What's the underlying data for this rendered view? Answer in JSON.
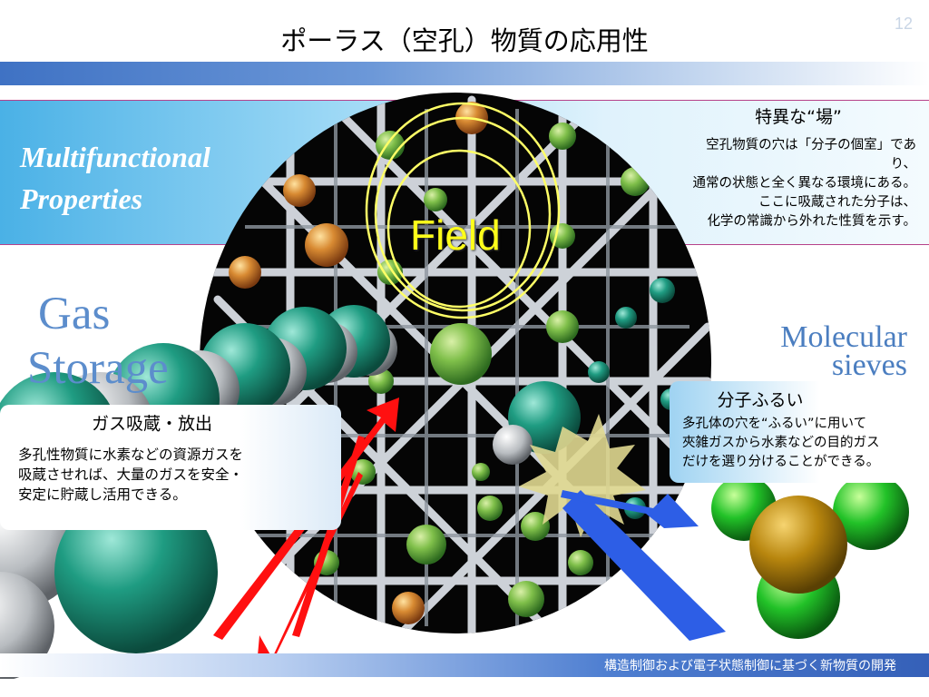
{
  "slide": {
    "title": "ポーラス（空孔）物質の応用性",
    "page_number": "12",
    "footer": "構造制御および電子状態制御に基づく新物質の開発"
  },
  "banner": {
    "heading_line1": "Multifunctional",
    "heading_line2": "Properties",
    "field_label": "Field",
    "title": "特異な“場”",
    "text_lines": [
      "空孔物質の穴は「分子の個室」であ",
      "り、",
      "通常の状態と全く異なる環境にある。",
      "ここに吸蔵された分子は、",
      "化学の常識から外れた性質を示す。"
    ]
  },
  "gas_storage": {
    "heading_line1": "Gas",
    "heading_line2": "Storage",
    "title": "ガス吸蔵・放出",
    "text_lines": [
      "多孔性物質に水素などの資源ガスを",
      "吸蔵させれば、大量のガスを安全・",
      "安定に貯蔵し活用できる。"
    ]
  },
  "molecular_sieves": {
    "heading_line1": "Molecular",
    "heading_line2": "sieves",
    "title": "分子ふるい",
    "text_lines": [
      "多孔体の穴を“ふるい”に用いて",
      "夾雑ガスから水素などの目的ガス",
      "だけを選り分けることができる。"
    ]
  },
  "colors": {
    "accent_blue": "#3f72c4",
    "band_cyan": "#4ab1e6",
    "arrow_red": "#ff1010",
    "arrow_blue": "#2d5ee6",
    "field_yellow": "#ffff1a"
  }
}
